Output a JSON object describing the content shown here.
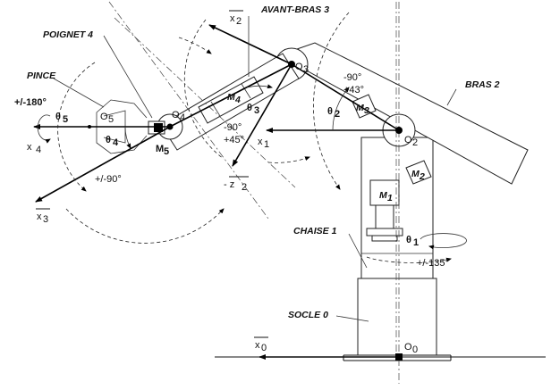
{
  "labels": {
    "poignet": "POIGNET 4",
    "avant_bras": "AVANT-BRAS 3",
    "pince": "PINCE",
    "bras": "BRAS 2",
    "chaise": "CHAISE 1",
    "socle": "SOCLE 0"
  },
  "axes": {
    "x0": "x",
    "x0_sub": "0",
    "x1": "x",
    "x1_sub": "1",
    "x2": "x",
    "x2_sub": "2",
    "x3": "x",
    "x3_sub": "3",
    "x4": "x",
    "x4_sub": "4",
    "z2": "- z",
    "z2_sub": "2"
  },
  "points": {
    "o0": "O",
    "o0_sub": "0",
    "o2": "O",
    "o2_sub": "2",
    "o3": "O",
    "o3_sub": "3",
    "o4": "O",
    "o4_sub": "4",
    "o5": "O",
    "o5_sub": "5"
  },
  "motors": {
    "m1": "M",
    "m1_sub": "1",
    "m2": "M",
    "m2_sub": "2",
    "m3": "M",
    "m3_sub": "3",
    "m4": "M",
    "m4_sub": "4",
    "m5": "M",
    "m5_sub": "5"
  },
  "angles": {
    "t1": "θ",
    "t1_sub": "1",
    "t2": "θ",
    "t2_sub": "2",
    "t3": "θ",
    "t3_sub": "3",
    "t4": "θ",
    "t4_sub": "4",
    "t5": "θ",
    "t5_sub": "5"
  },
  "ranges": {
    "r1": "+/-135°",
    "r2_a": "-90°",
    "r2_b": "+43°",
    "r3_a": "-90°",
    "r3_b": "+45°",
    "r4": "+/-90°",
    "r5": "+/-180°"
  }
}
